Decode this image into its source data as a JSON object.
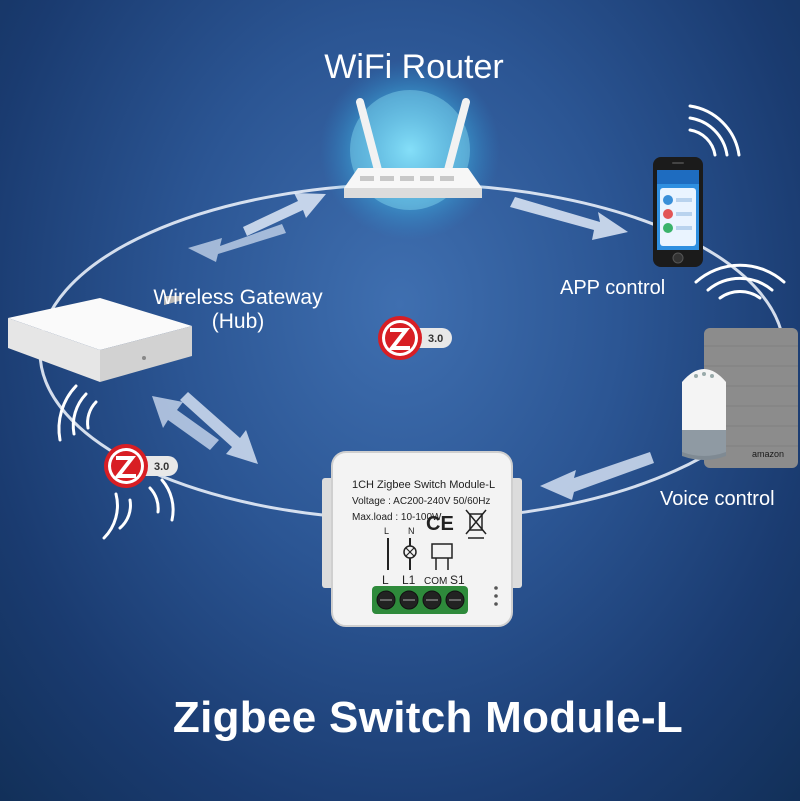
{
  "labels": {
    "router": "WiFi Router",
    "gateway_line1": "Wireless Gateway",
    "gateway_line2": "(Hub)",
    "app": "APP control",
    "voice": "Voice control",
    "title": "Zigbee Switch Module-L"
  },
  "zigbee_badge": {
    "version_center": "3.0",
    "version_left": "3.0"
  },
  "module": {
    "line1": "1CH Zigbee Switch Module-L",
    "line2": "Voltage : AC200-240V 50/60Hz",
    "line3": "Max.load : 10-100W",
    "terminal_l_top": "L",
    "terminal_n_top": "N",
    "ce_mark": "CE",
    "bottom_l": "L",
    "bottom_l1": "L1",
    "bottom_com": "COM",
    "bottom_s1": "S1"
  },
  "speaker": {
    "brand": "amazon"
  },
  "colors": {
    "background": "#2b5593",
    "ring": "#e8eef8",
    "zigbee_red": "#d81e24"
  }
}
